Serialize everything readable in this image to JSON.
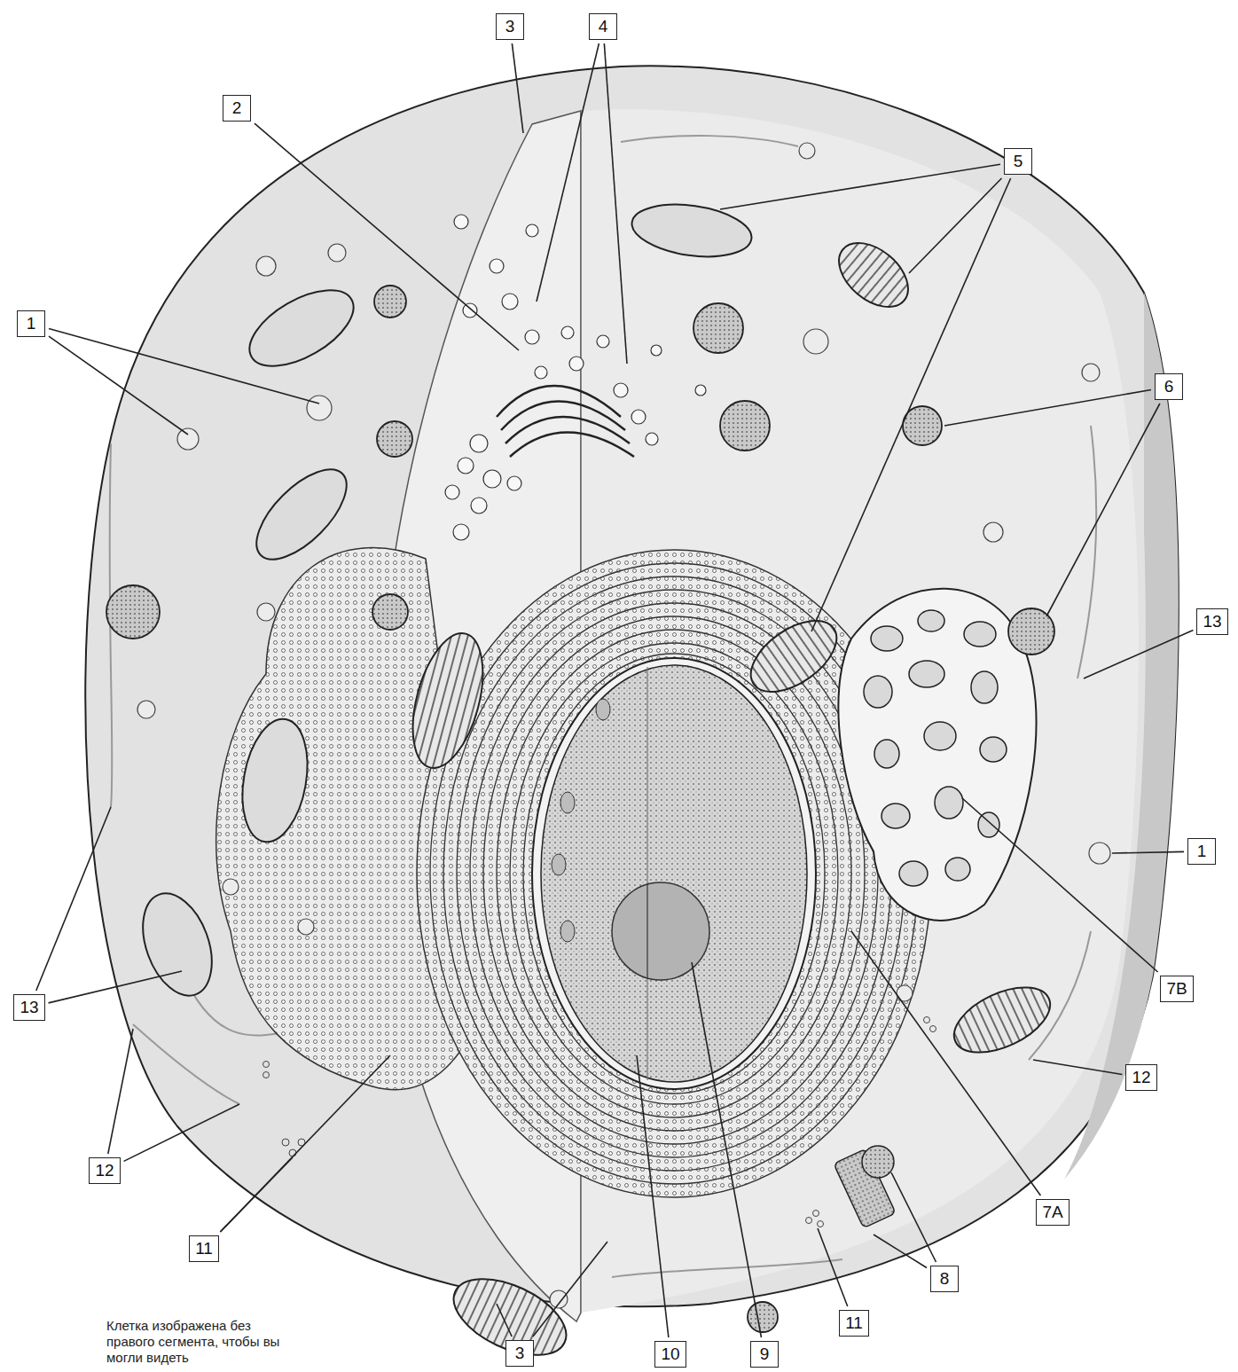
{
  "diagram": {
    "caption": "Клетка изображена без правого сегмента, чтобы вы могли видеть",
    "labels": [
      "3",
      "4",
      "2",
      "5",
      "1",
      "6",
      "13",
      "1",
      "7B",
      "13",
      "12",
      "7A",
      "12",
      "11",
      "8",
      "11",
      "3",
      "10",
      "9"
    ]
  }
}
